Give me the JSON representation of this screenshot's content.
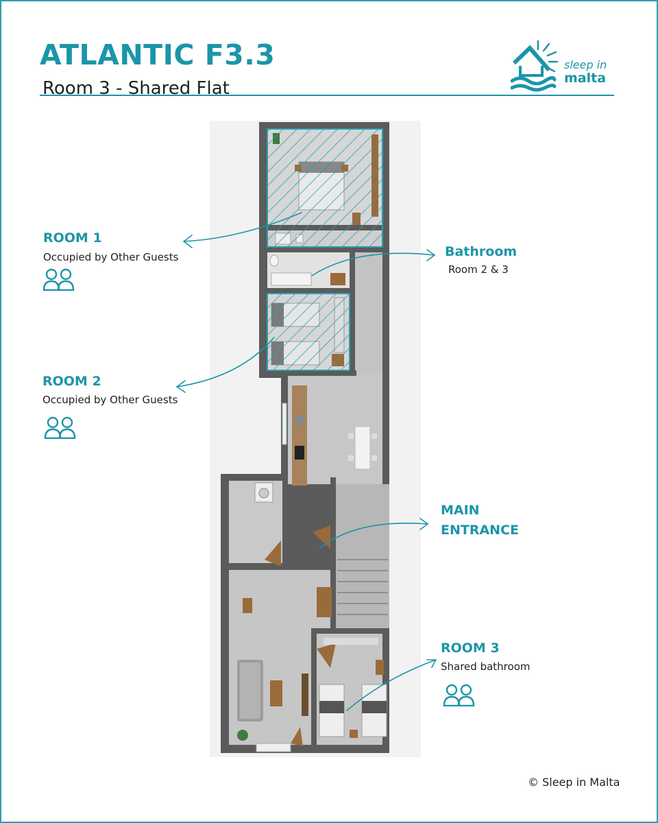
{
  "header": {
    "title": "ATLANTIC F3.3",
    "subtitle": "Room 3 - Shared Flat"
  },
  "logo": {
    "line1": "sleep in",
    "line2": "malta",
    "icon": "house-sun-waves-icon"
  },
  "labels": {
    "room1": {
      "title": "ROOM 1",
      "subtitle": "Occupied by Other Guests",
      "icon": "two-people-icon"
    },
    "bathroom": {
      "title": "Bathroom",
      "subtitle": "Room 2 & 3"
    },
    "room2": {
      "title": "ROOM 2",
      "subtitle": "Occupied by Other Guests",
      "icon": "two-people-icon"
    },
    "main_entrance": {
      "line1": "MAIN",
      "line2": "ENTRANCE"
    },
    "room3": {
      "title": "ROOM 3",
      "subtitle": "Shared bathroom",
      "icon": "two-people-icon"
    }
  },
  "footer": {
    "copyright": "© Sleep in Malta"
  },
  "colors": {
    "accent": "#1b95a9",
    "wall": "#5e5e5e",
    "floor": "#c9c9c9",
    "wood": "#9a6b3a",
    "text": "#222222"
  }
}
